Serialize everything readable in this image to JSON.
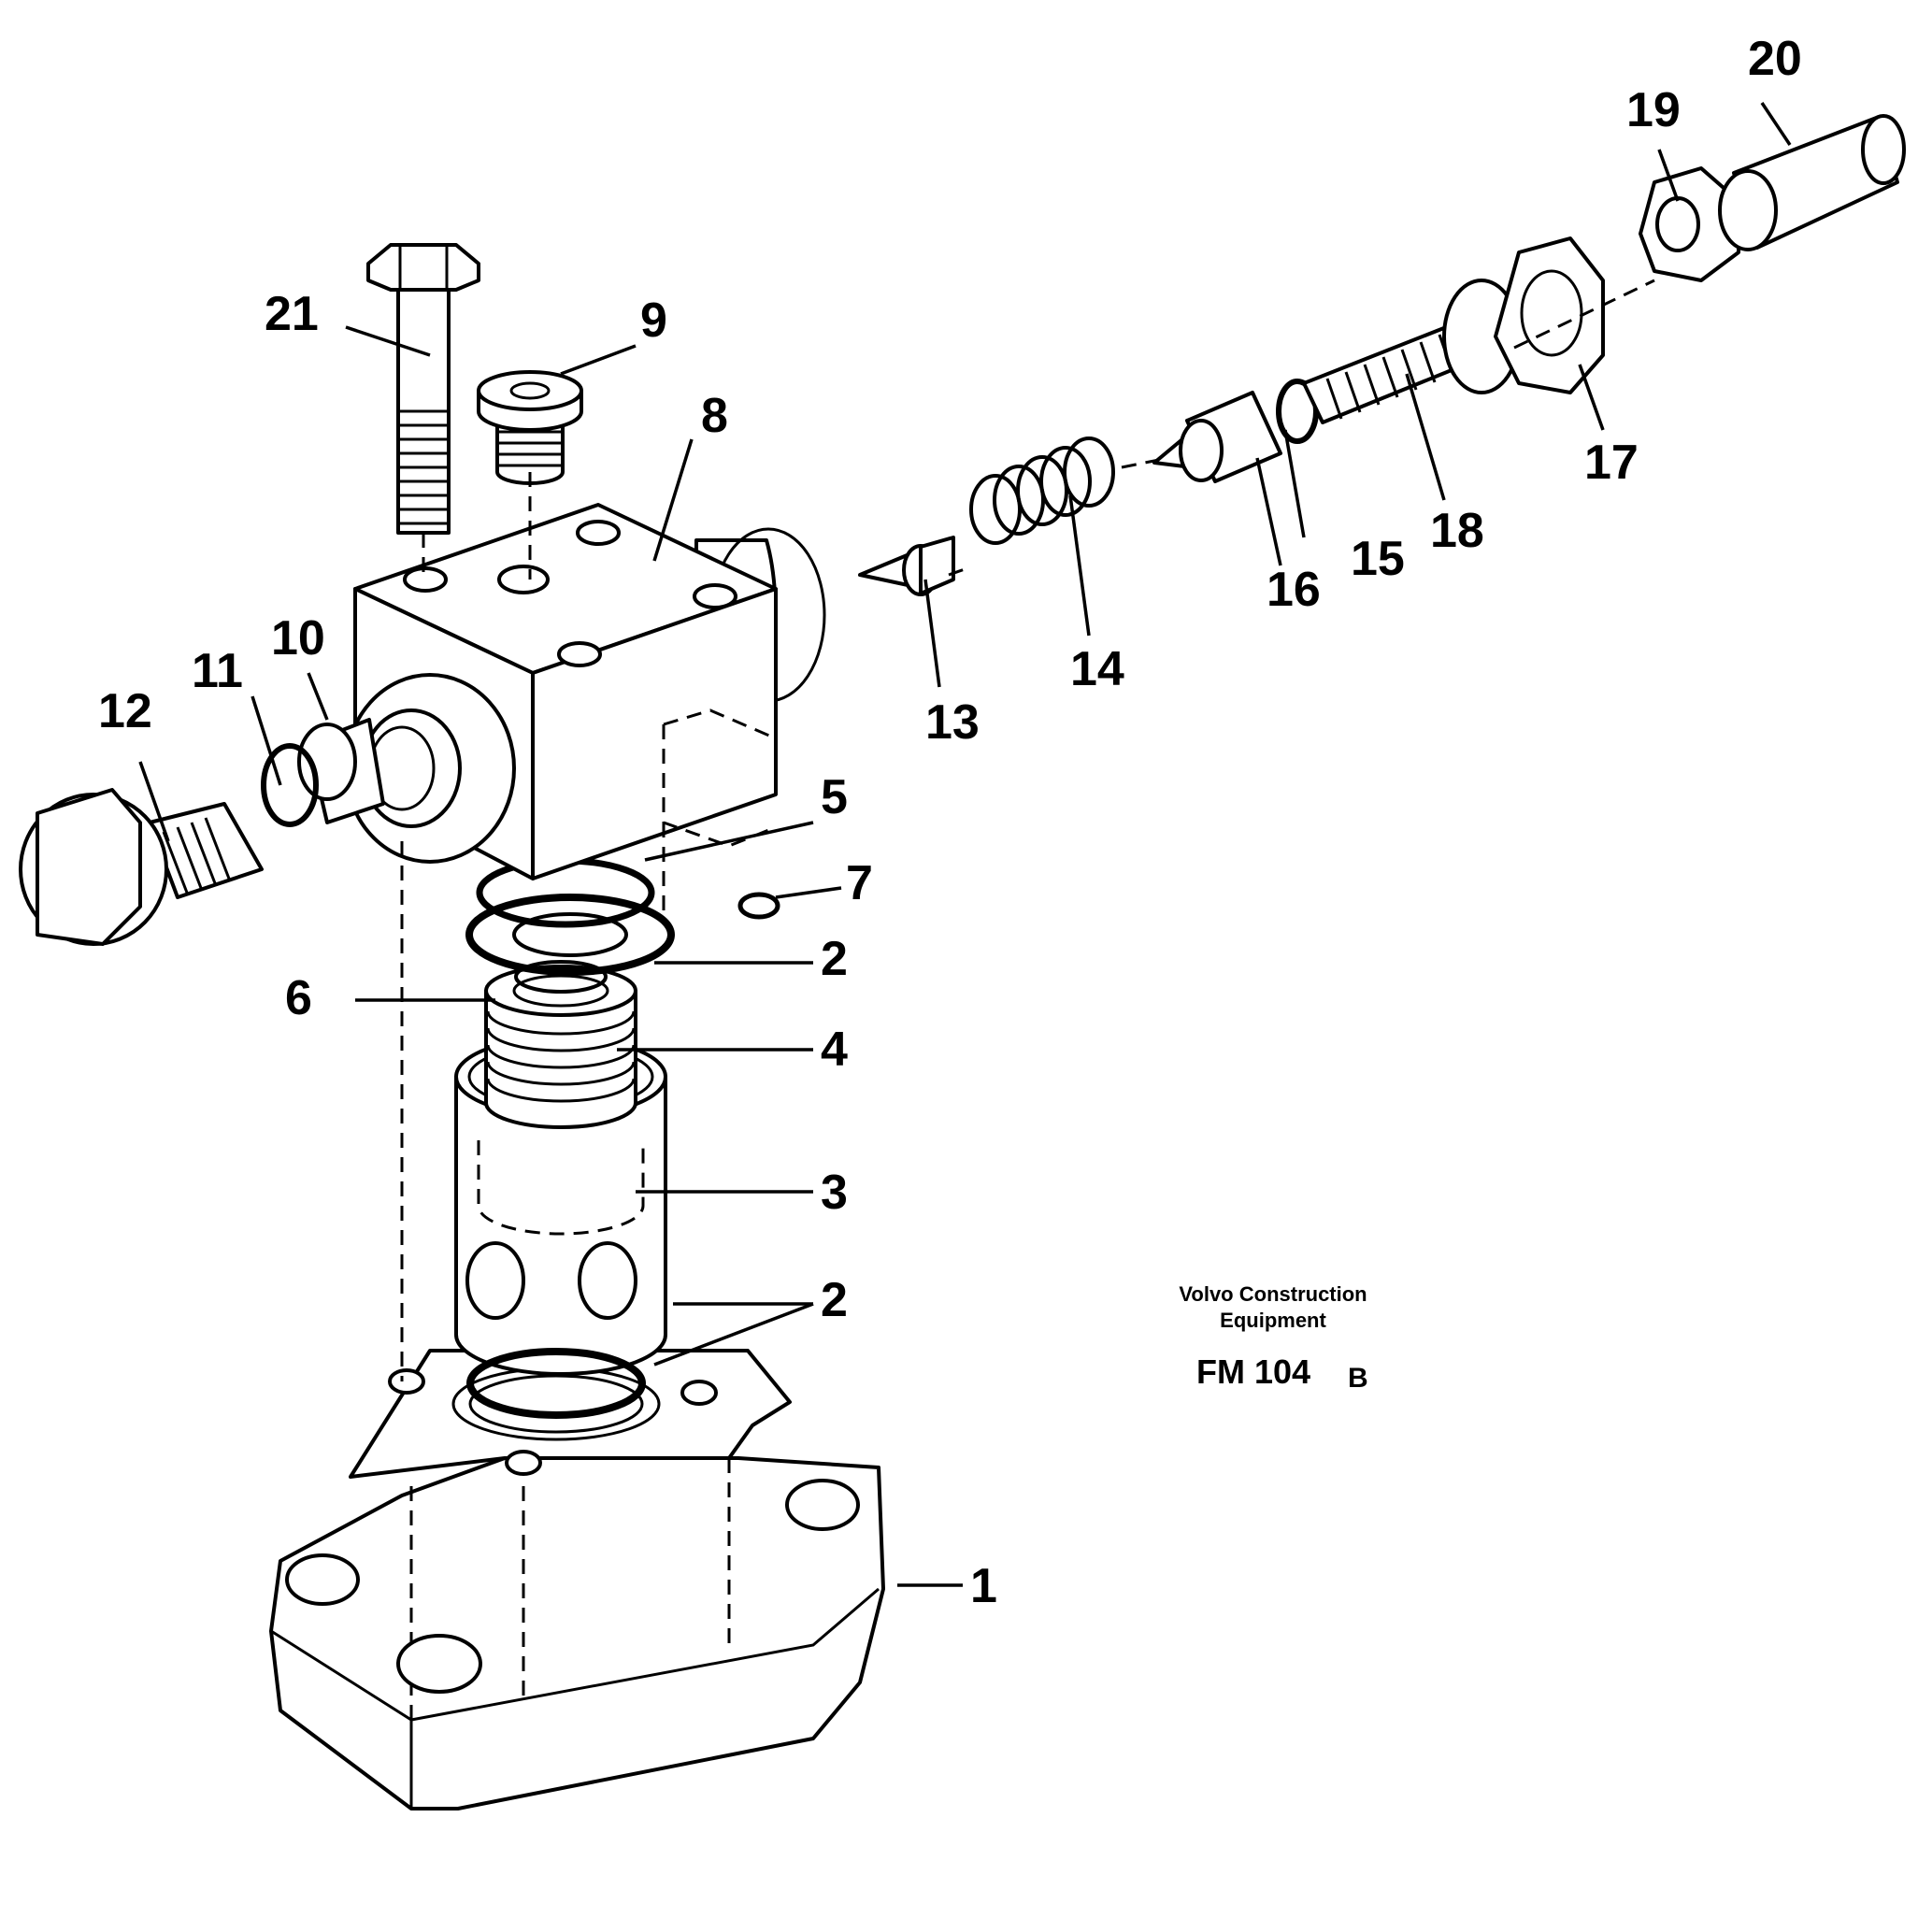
{
  "diagram": {
    "part_numbers": [
      "1",
      "2",
      "2",
      "3",
      "4",
      "5",
      "6",
      "7",
      "8",
      "9",
      "10",
      "11",
      "12",
      "13",
      "14",
      "15",
      "16",
      "17",
      "18",
      "19",
      "20",
      "21"
    ],
    "brand_line_1": "Volvo Construction",
    "brand_line_2": "Equipment",
    "figure_code": "FM 104",
    "figure_revision": "B"
  }
}
